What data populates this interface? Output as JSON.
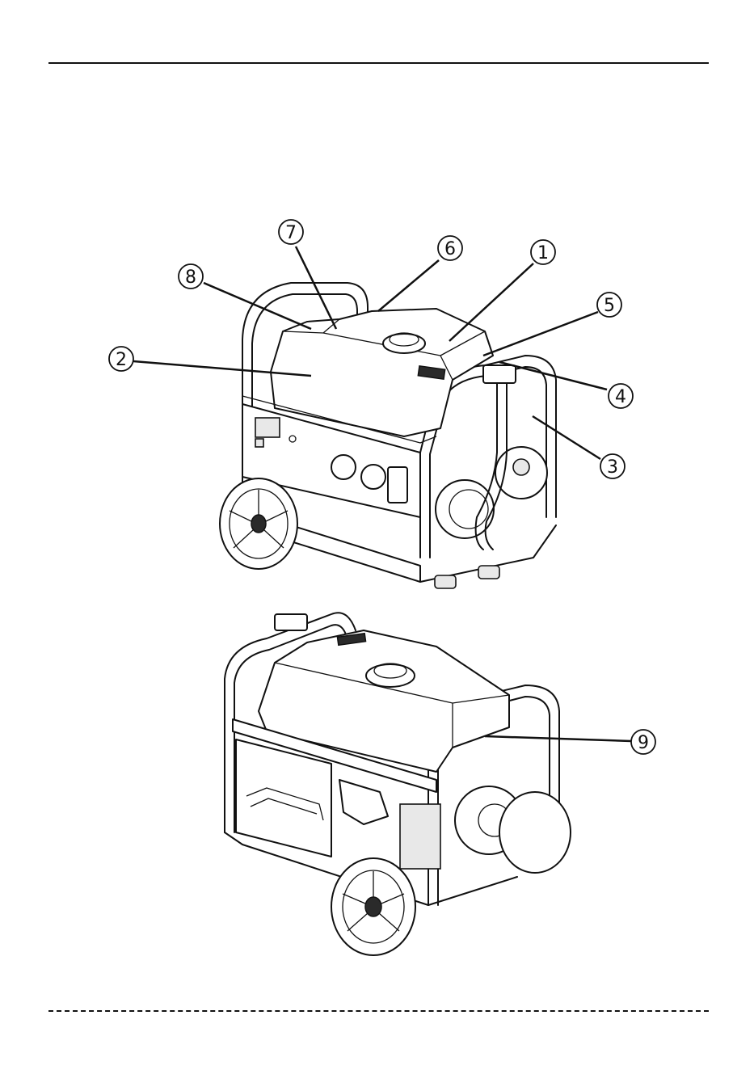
{
  "callouts": [
    {
      "id": "c1",
      "label": "1"
    },
    {
      "id": "c2",
      "label": "2"
    },
    {
      "id": "c3",
      "label": "3"
    },
    {
      "id": "c4",
      "label": "4"
    },
    {
      "id": "c5",
      "label": "5"
    },
    {
      "id": "c6",
      "label": "6"
    },
    {
      "id": "c7",
      "label": "7"
    },
    {
      "id": "c8",
      "label": "8"
    },
    {
      "id": "c9",
      "label": "9"
    }
  ],
  "outlet_labels": [
    "",
    "",
    ""
  ]
}
